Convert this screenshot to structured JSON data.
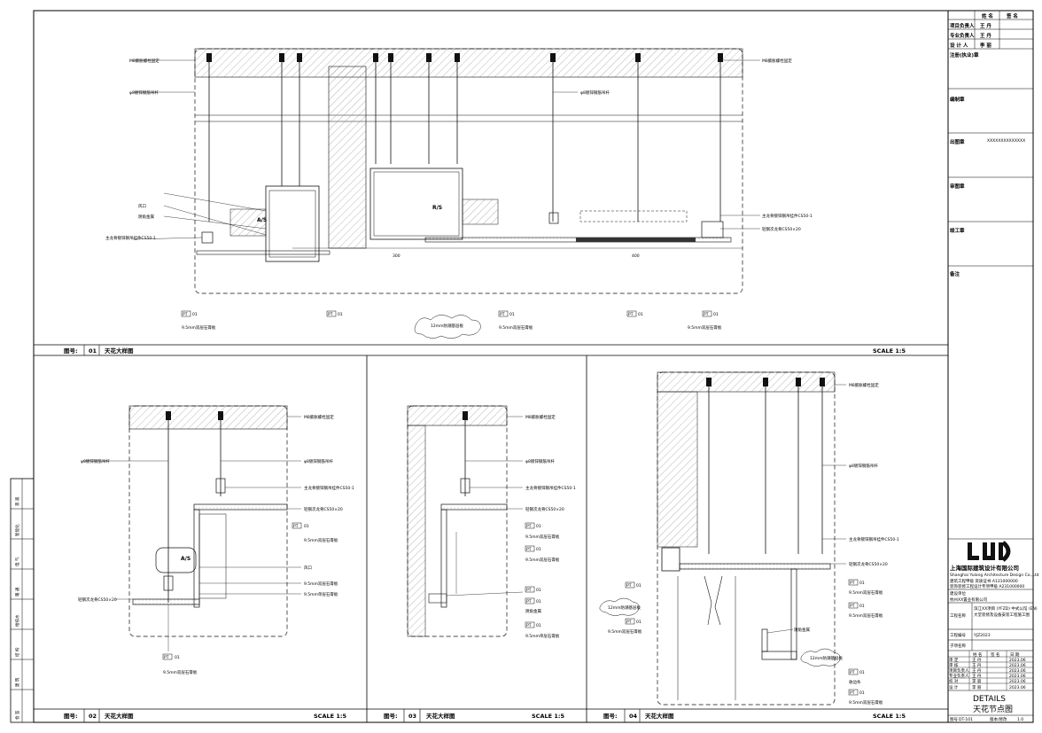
{
  "drawing": {
    "details": [
      {
        "label_prefix": "图号:",
        "number": "01",
        "name": "天花大样图",
        "scale": "SCALE 1:5"
      },
      {
        "label_prefix": "图号:",
        "number": "02",
        "name": "天花大样图",
        "scale": "SCALE 1:5"
      },
      {
        "label_prefix": "图号:",
        "number": "03",
        "name": "天花大样图",
        "scale": "SCALE 1:5"
      },
      {
        "label_prefix": "图号:",
        "number": "04",
        "name": "天花大样图",
        "scale": "SCALE 1:5"
      }
    ],
    "notes": {
      "anchor": "M8膨胀螺栓固定",
      "rod": "φ8镀锌钢筋吊杆",
      "main_keel": "主龙骨镀锌钢吊挂件CS50-1",
      "sub_keel": "轻钢次龙骨CS50×20",
      "gypsum": "9.5mm双层石膏板",
      "gypsum_single": "9.5mm单层石膏板",
      "board": "12mm防潮基层板",
      "corner": "阴角金属",
      "edge": "收边条",
      "ac_vent": "风口",
      "pt": "PT",
      "pt_code": "01",
      "ac_label": "A/S",
      "return_label": "R/S",
      "dim_a": "300",
      "dim_b": "400"
    },
    "legend_board": "9.5mm双层石膏板"
  },
  "titleblock": {
    "top_headers": [
      "姓 名",
      "签 名"
    ],
    "roles": [
      {
        "role": "项目负责人",
        "name": "王 丹"
      },
      {
        "role": "专业负责人",
        "name": "王 丹"
      },
      {
        "role": "设 计 人",
        "name": "李 丽"
      }
    ],
    "sections": [
      "注册(执业)章",
      "编制章",
      "出图章",
      "审图章",
      "竣工章",
      "备注"
    ],
    "stamp_text": "XXXXXXXXXXXXXX",
    "company_cn": "上海国际建筑设计有限公司",
    "company_en": "Shanghai Yulong Architecture Design Co.,Ltd",
    "cert_lines": [
      "建筑工程甲级 资质证书 A131000000",
      "装饰装修工程设计专项甲级 A231000000"
    ],
    "client_label": "建设单位",
    "client_value": "杭州XX置业有限公司",
    "project_label": "工程名称",
    "project_value": "滨江XX项目 (YFZD) 中式公馆 (EN)",
    "project_value2": "大堂装修及设备安装工程施工图",
    "phase_label": "工程编号",
    "phase_value": "YJZ2023",
    "sub_label": "子项名称",
    "sign_headers": [
      "",
      "姓 名",
      "签 名",
      "日 期"
    ],
    "sign_rows": [
      {
        "role": "审 定",
        "name": "王 丹",
        "date": "2023.06"
      },
      {
        "role": "审 核",
        "name": "王 丹",
        "date": "2023.06"
      },
      {
        "role": "项目负责人",
        "name": "王 丹",
        "date": "2023.06"
      },
      {
        "role": "专业负责人",
        "name": "王 丹",
        "date": "2023.06"
      },
      {
        "role": "校 对",
        "name": "李 丽",
        "date": "2023.06"
      },
      {
        "role": "设 计",
        "name": "李 丽",
        "date": "2023.06"
      }
    ],
    "sheet_title_en": "DETAILS",
    "sheet_title_cn": "天花节点图",
    "drawing_no_label": "图号",
    "drawing_no": "DT-101",
    "version_label": "版本/修改",
    "version": "1.0"
  },
  "sidebar": {
    "rows": [
      "会 签",
      "建 筑",
      "结 构",
      "给排水",
      "暖 通",
      "电 气",
      "智能化",
      "景 观"
    ]
  },
  "colors": {
    "line": "#111111",
    "hatch": "#777777",
    "frame": "#000000"
  }
}
